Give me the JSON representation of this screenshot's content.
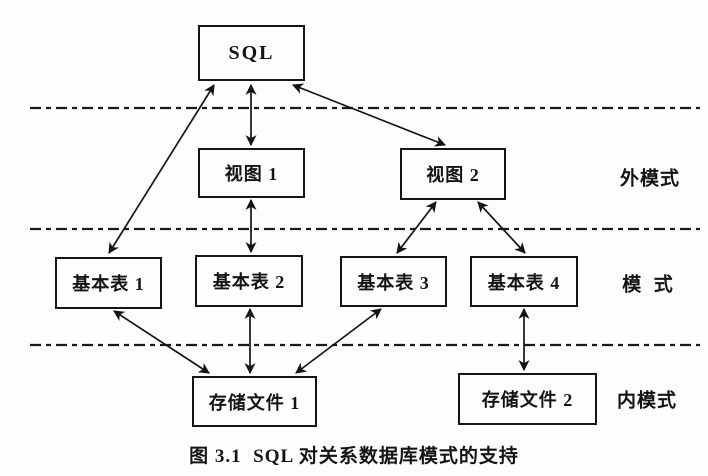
{
  "diagram": {
    "title": "SQL schema support diagram",
    "boxes": {
      "sql": {
        "label": "SQL"
      },
      "view1": {
        "label": "视图 1"
      },
      "view2": {
        "label": "视图 2"
      },
      "table1": {
        "label": "基本表 1"
      },
      "table2": {
        "label": "基本表 2"
      },
      "table3": {
        "label": "基本表 3"
      },
      "table4": {
        "label": "基本表 4"
      },
      "file1": {
        "label": "存储文件 1"
      },
      "file2": {
        "label": "存储文件 2"
      }
    },
    "region_labels": {
      "external": "外模式",
      "schema": "模  式",
      "internal": "内模式"
    },
    "caption": "图 3.1  SQL 对关系数据库模式的支持",
    "edges": [
      {
        "from": "sql",
        "to": "view1",
        "bidirectional": true
      },
      {
        "from": "sql",
        "to": "view2",
        "bidirectional": true
      },
      {
        "from": "sql",
        "to": "table1",
        "bidirectional": true
      },
      {
        "from": "view1",
        "to": "table2",
        "bidirectional": true
      },
      {
        "from": "view2",
        "to": "table3",
        "bidirectional": true
      },
      {
        "from": "view2",
        "to": "table4",
        "bidirectional": true
      },
      {
        "from": "table1",
        "to": "file1",
        "bidirectional": true
      },
      {
        "from": "table2",
        "to": "file1",
        "bidirectional": true
      },
      {
        "from": "table3",
        "to": "file1",
        "bidirectional": true
      },
      {
        "from": "table4",
        "to": "file2",
        "bidirectional": true
      }
    ],
    "separator_lines": 3,
    "colors": {
      "ink": "#141414",
      "background": "#fdfdfb"
    }
  }
}
